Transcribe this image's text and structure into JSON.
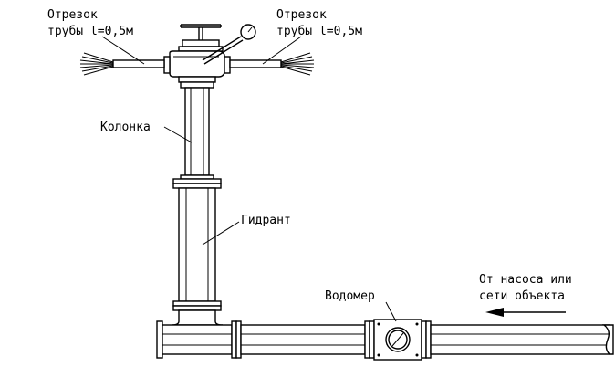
{
  "labels": {
    "pipe_left_line1": "Отрезок",
    "pipe_left_line2": "трубы l=0,5м",
    "pipe_right_line1": "Отрезок",
    "pipe_right_line2": "трубы l=0,5м",
    "column": "Колонка",
    "hydrant": "Гидрант",
    "meter": "Водомер",
    "source_line1": "От насоса или",
    "source_line2": "сети объекта"
  }
}
